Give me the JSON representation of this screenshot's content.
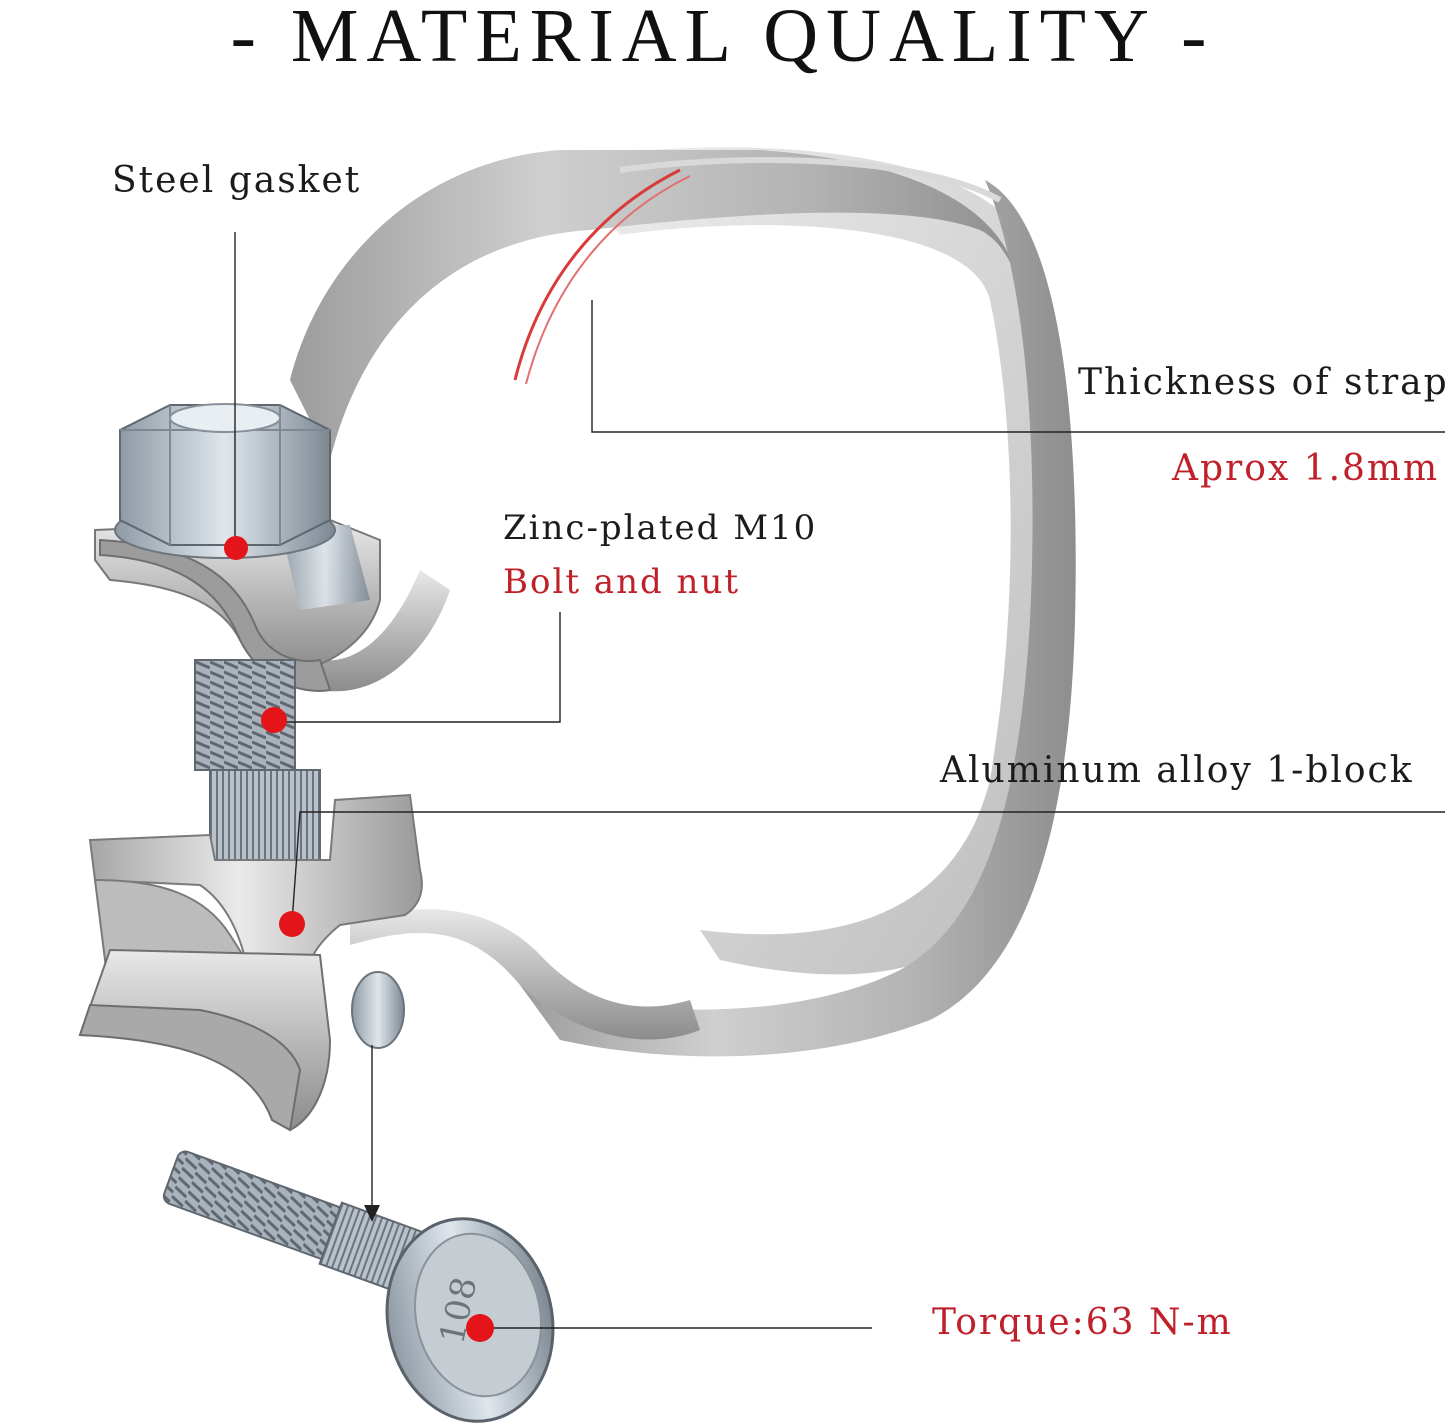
{
  "title": "- MATERIAL QUALITY -",
  "colors": {
    "accent_red": "#c0202a",
    "text": "#1b1b1b",
    "leader_line": "#222222",
    "metal_light": "#e4e4e4",
    "metal_mid": "#b8b8b8",
    "metal_dark": "#8a8a8a"
  },
  "callouts": {
    "steel_gasket": {
      "label": "Steel gasket"
    },
    "strap": {
      "label": "Thickness of strap",
      "value": "Aprox 1.8mm"
    },
    "bolt": {
      "label": "Zinc-plated M10",
      "value": "Bolt and nut"
    },
    "block": {
      "label": "Aluminum alloy 1-block"
    },
    "torque": {
      "label": "Torque:63 N-m"
    }
  },
  "bolt_head_marking": "108"
}
